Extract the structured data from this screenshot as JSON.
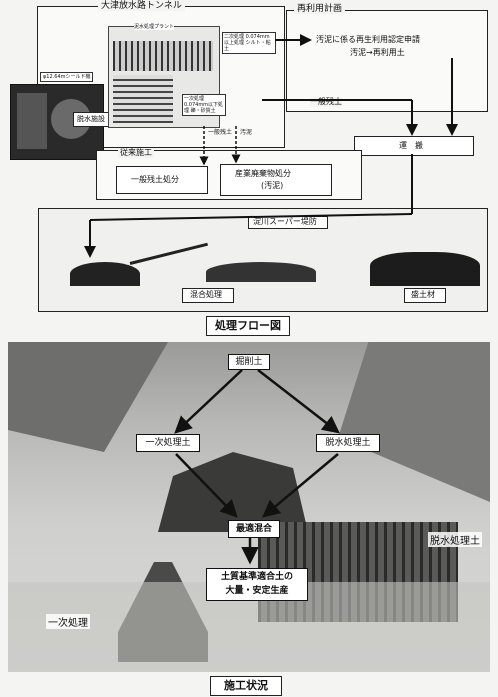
{
  "flow": {
    "tunnel_title": "大津放水路トンネル",
    "reuse_title": "再利用計画",
    "shield_label": "φ12.64mシールド機",
    "dewater_facility": "脱水施設",
    "plant_label": "泥水処理プラント",
    "plant_small_a": "二次処理 0.074mm以上処理 シルト・粘土",
    "plant_small_b": "一次処理 0.074mm以下処理 礫・砂質土",
    "general_soil_small": "一般残土",
    "sludge_small": "汚泥",
    "reuse_application": "汚泥に係る再生利用認定申請",
    "reuse_conversion": "汚泥→再利用土",
    "general_soil": "一般残土",
    "transport": "運　搬",
    "conventional_title": "従来施工",
    "conv_general": "一般残土処分",
    "conv_industrial": "産業廃棄物処分",
    "conv_industrial_sub": "(汚泥)",
    "yodogawa": "淀川スーパー堤防",
    "mixing": "混合処理",
    "fill": "盛土材",
    "caption": "処理フロー図"
  },
  "photo": {
    "excavated": "掘削土",
    "primary": "一次処理土",
    "dewatered": "脱水処理土",
    "optimal_mix": "最適混合",
    "production_line1": "土質基準適合土の",
    "production_line2": "大量・安定生産",
    "dewater_area": "脱水処理土",
    "primary_area": "一次処理",
    "caption": "施工状況"
  }
}
